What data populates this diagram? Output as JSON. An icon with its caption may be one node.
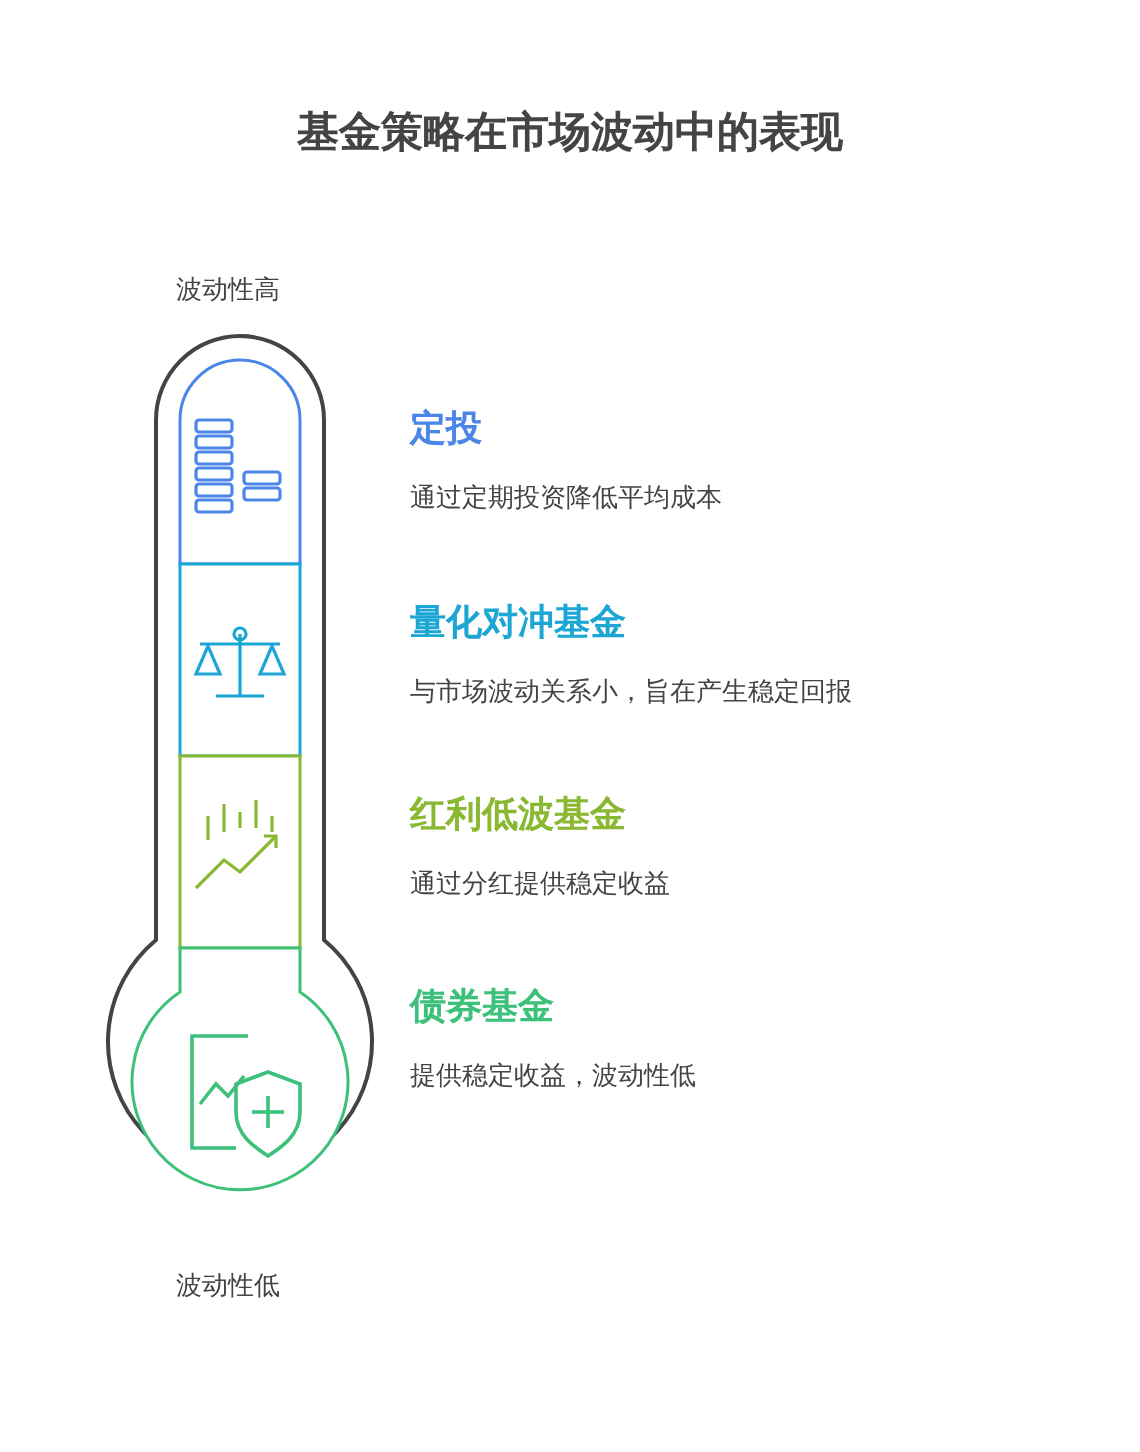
{
  "diagram": {
    "title": "基金策略在市场波动中的表现",
    "nodes": [
      {
        "text": [
          "定投",
          "通过定期投资降低平均成本"
        ]
      },
      {
        "text": [
          "量化对冲基金",
          "与市场波动关系小，旨在产生稳定回报"
        ]
      },
      {
        "text": [
          "红利低波基金",
          "通过分红提供稳定收益"
        ]
      },
      {
        "text": [
          "债券基金",
          "提供稳定收益，波动性低"
        ]
      }
    ],
    "labels": [
      "波动性高",
      "波动性低"
    ]
  }
}
